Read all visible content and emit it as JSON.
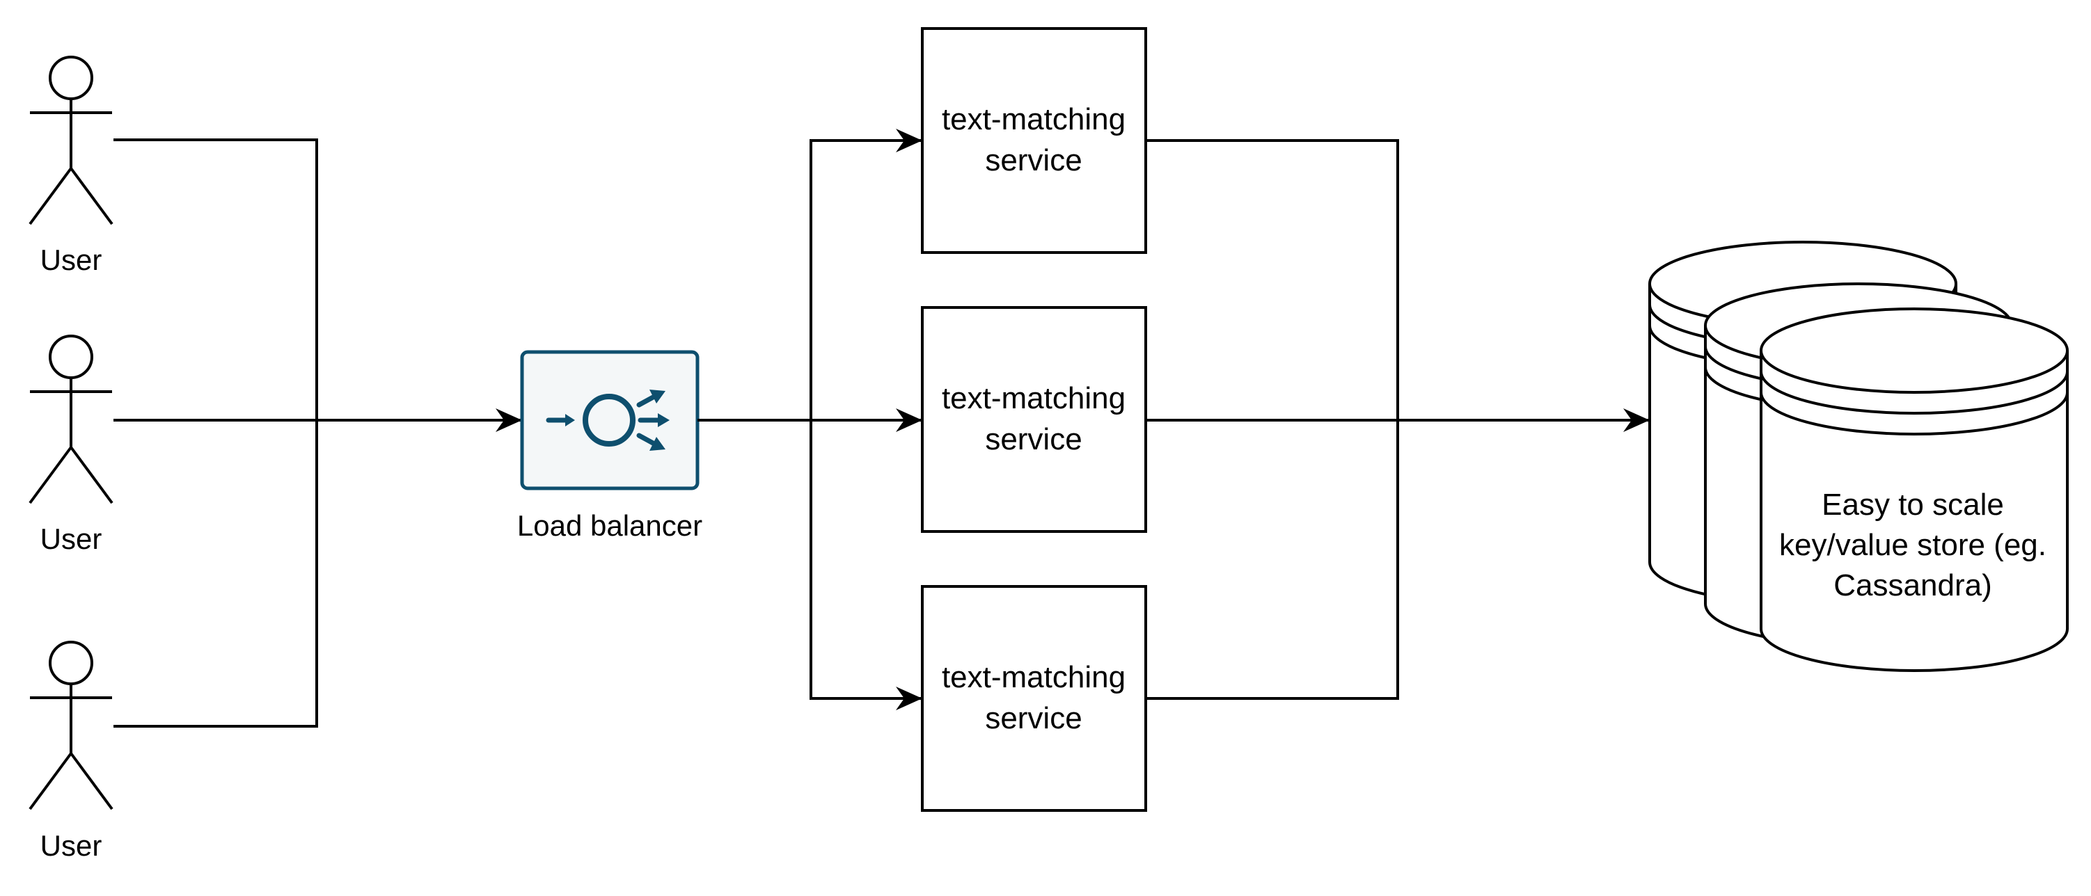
{
  "users": [
    {
      "label": "User"
    },
    {
      "label": "User"
    },
    {
      "label": "User"
    }
  ],
  "load_balancer": {
    "label": "Load balancer",
    "icon": "load-balancer-icon",
    "fill": "#f4f7f8",
    "stroke": "#0e4f6e"
  },
  "services": [
    {
      "line1": "text-matching",
      "line2": "service"
    },
    {
      "line1": "text-matching",
      "line2": "service"
    },
    {
      "line1": "text-matching",
      "line2": "service"
    }
  ],
  "datastore": {
    "line1": "Easy to scale",
    "line2": "key/value store (eg.",
    "line3": "Cassandra)"
  },
  "colors": {
    "line": "#000000",
    "background": "#ffffff"
  }
}
